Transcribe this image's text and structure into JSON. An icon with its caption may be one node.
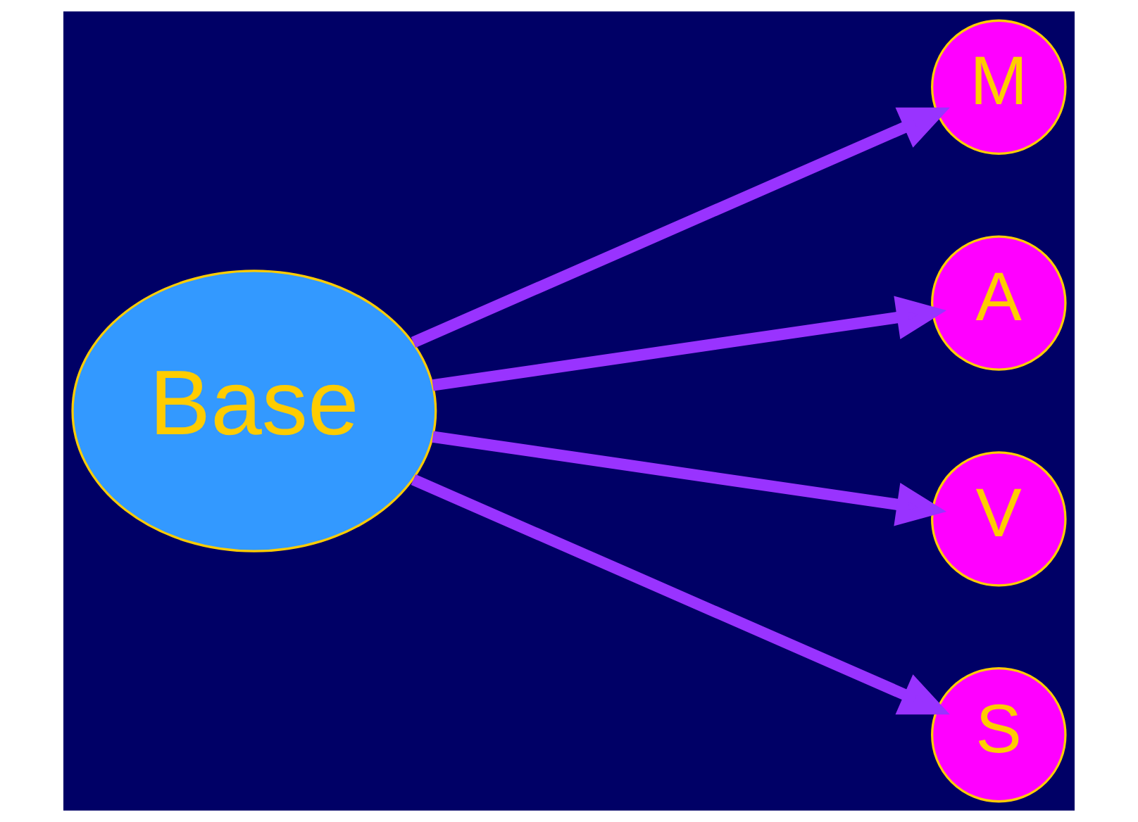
{
  "diagram": {
    "nodes": [
      {
        "text": [
          "Base"
        ]
      },
      {
        "text": [
          "M"
        ]
      },
      {
        "text": [
          "A"
        ]
      },
      {
        "text": [
          "V"
        ]
      },
      {
        "text": [
          "S"
        ]
      }
    ],
    "edges": [
      {
        "from": 0,
        "to": 1,
        "arrow": "to"
      },
      {
        "from": 0,
        "to": 2,
        "arrow": "to"
      },
      {
        "from": 0,
        "to": 3,
        "arrow": "to"
      },
      {
        "from": 0,
        "to": 4,
        "arrow": "to"
      }
    ]
  }
}
